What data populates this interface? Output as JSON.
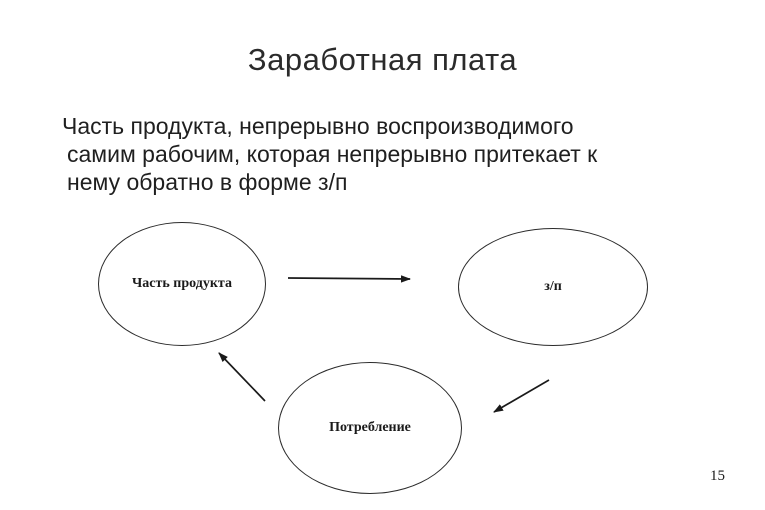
{
  "slide": {
    "title": "Заработная плата",
    "body_lines": [
      "Часть продукта, непрерывно воспроизводимого",
      "самим рабочим, которая непрерывно притекает к",
      "нему обратно в форме з/п"
    ],
    "page_number": "15"
  },
  "diagram": {
    "type": "cycle-diagram",
    "nodes": [
      {
        "id": "part-of-product",
        "label": "Часть продукта"
      },
      {
        "id": "wage",
        "label": "з/п"
      },
      {
        "id": "consumption",
        "label": "Потребление"
      }
    ],
    "edges": [
      {
        "from": "part-of-product",
        "to": "wage"
      },
      {
        "from": "wage",
        "to": "consumption"
      },
      {
        "from": "consumption",
        "to": "part-of-product"
      }
    ],
    "colors": {
      "stroke": "#1a1a1a",
      "text": "#1a1a1a",
      "background": "#ffffff"
    }
  }
}
